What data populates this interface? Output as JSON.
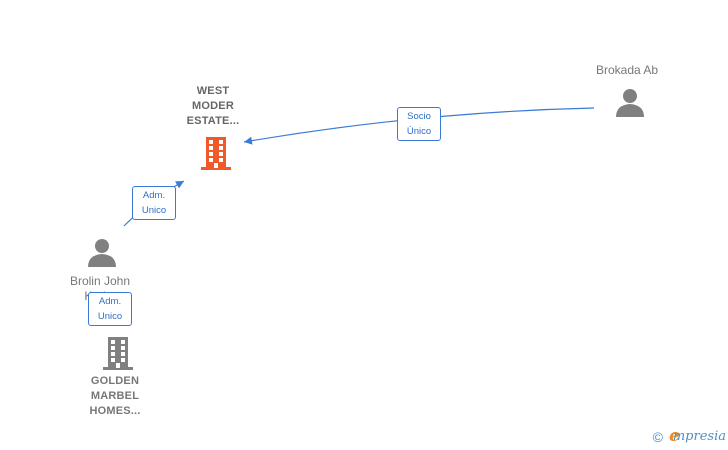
{
  "nodes": {
    "west_moder": {
      "label_lines": [
        "WEST",
        "MODER",
        "ESTATE..."
      ],
      "kind": "company",
      "highlight": true
    },
    "brokada": {
      "label_lines": [
        "Brokada Ab"
      ],
      "kind": "person"
    },
    "brolin": {
      "label_lines": [
        "Brolin John",
        "Karl..."
      ],
      "kind": "person"
    },
    "golden": {
      "label_lines": [
        "GOLDEN",
        "MARBEL",
        "HOMES..."
      ],
      "kind": "company",
      "highlight": false
    }
  },
  "edges": {
    "socio_unico": {
      "label_lines": [
        "Socio",
        "Único"
      ],
      "from": "brokada",
      "to": "west_moder"
    },
    "adm_unico_top": {
      "label_lines": [
        "Adm.",
        "Unico"
      ],
      "from": "brolin",
      "to": "west_moder"
    },
    "adm_unico_bottom": {
      "label_lines": [
        "Adm.",
        "Unico"
      ],
      "from": "brolin",
      "to": "golden"
    }
  },
  "colors": {
    "highlight_company": "#f05a28",
    "company": "#808080",
    "person": "#808080",
    "edge": "#3a7bd5"
  },
  "icons": {
    "company": "building-icon",
    "person": "person-icon"
  },
  "watermark": {
    "copyright": "©",
    "brand_initial": "e",
    "brand_rest": "mpresia"
  }
}
